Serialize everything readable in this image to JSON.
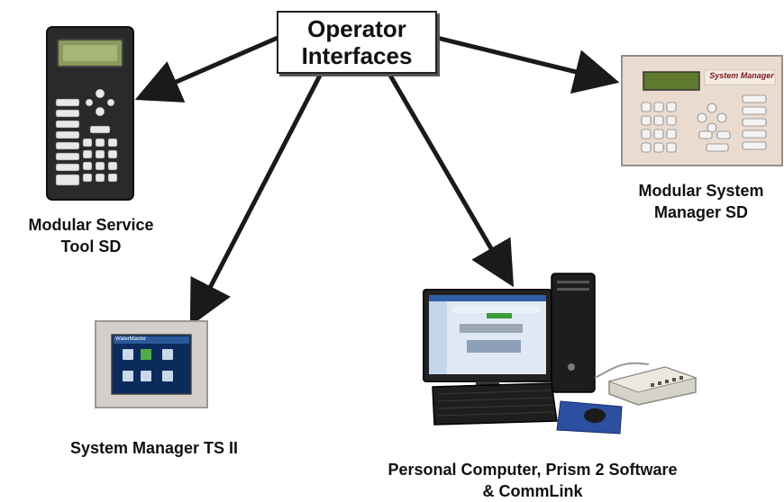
{
  "hub": {
    "line1": "Operator",
    "line2": "Interfaces"
  },
  "devices": {
    "service_tool": {
      "line1": "Modular Service",
      "line2": "Tool SD"
    },
    "system_manager": {
      "line1": "Modular System",
      "line2": "Manager SD",
      "panel_label": "System Manager"
    },
    "ts2": {
      "label": "System Manager TS II",
      "screen_brand": "WaterMaster"
    },
    "pc": {
      "line1": "Personal Computer, Prism 2 Software",
      "line2": "& CommLink"
    }
  },
  "colors": {
    "arrow": "#1a1a1a",
    "panel": "#eadbd0",
    "screen_green": "#6f8f3a",
    "ts_screen": "#0b2b5c",
    "mouse_pad": "#2d4fa0"
  }
}
